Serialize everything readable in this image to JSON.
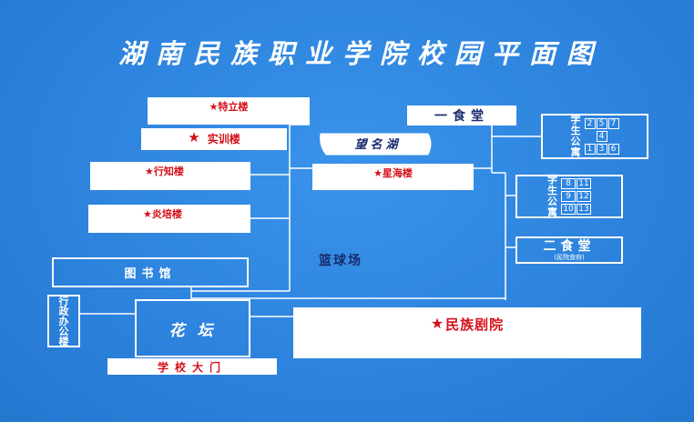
{
  "title": "湖南民族职业学院校园平面图",
  "buildings": {
    "teli": "★特立楼",
    "shixun_star": "★",
    "shixun": "实训楼",
    "xingzhi": "★行知楼",
    "yanpei": "★炎培楼",
    "xinghai": "★星海楼",
    "lake": "望名湖",
    "canteen1": "一食堂",
    "canteen2": "二食堂",
    "canteen2_sub": "(民院食府)",
    "basketball": "篮球场",
    "library": "图书馆",
    "admin": [
      "行",
      "政",
      "办",
      "公",
      "楼"
    ],
    "garden": "花 坛",
    "gate": "学校大门",
    "theater_star": "★",
    "theater": "民族剧院"
  },
  "dorm_label": [
    "学",
    "生",
    "公",
    "寓"
  ],
  "dorm_a": [
    "2",
    "5",
    "7",
    "4",
    "1",
    "3",
    "6"
  ],
  "dorm_b": [
    "8",
    "11",
    "9",
    "12",
    "10",
    "13"
  ],
  "colors": {
    "background": "#2f86e0",
    "star": "#d4101a",
    "line": "#ffffff"
  }
}
